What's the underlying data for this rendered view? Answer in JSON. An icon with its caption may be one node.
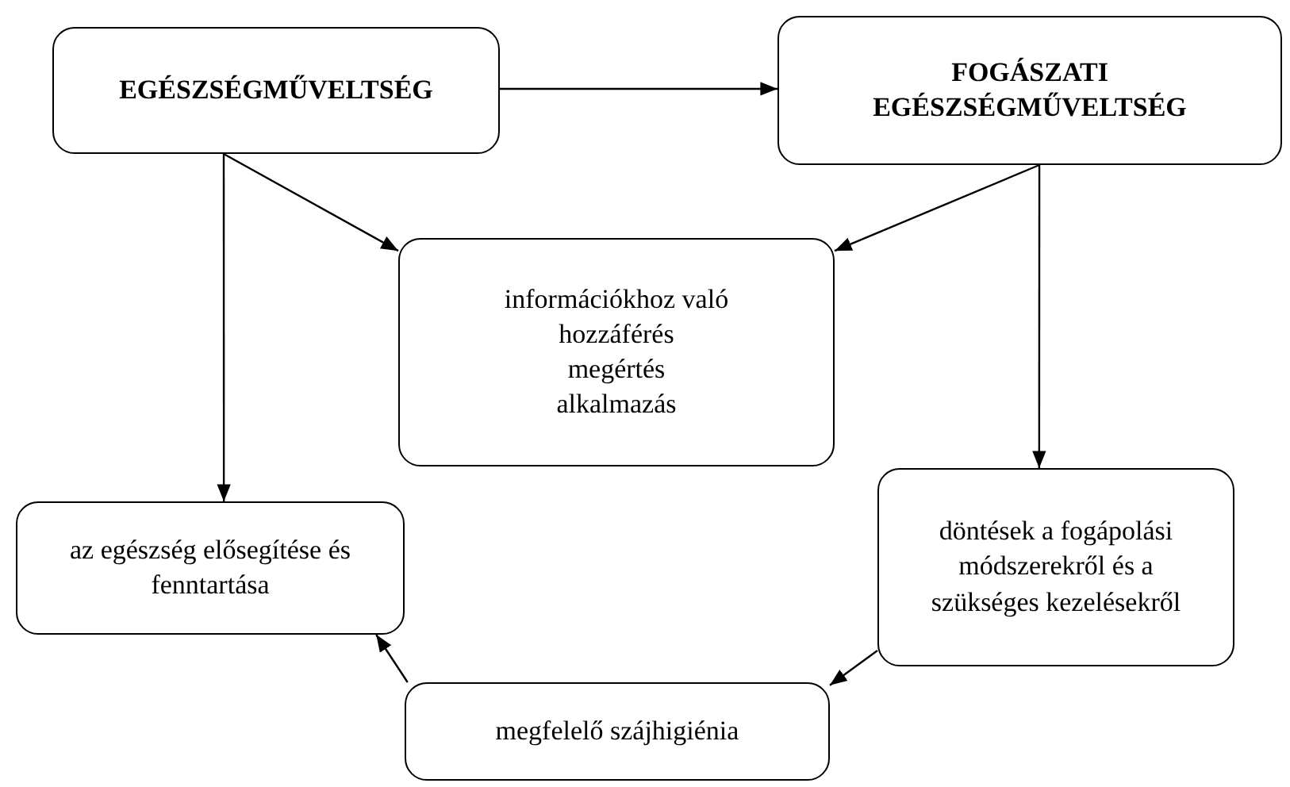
{
  "diagram": {
    "nodes": [
      {
        "text": [
          "EGÉSZSÉGMŰVELTSÉG"
        ]
      },
      {
        "text": [
          "FOGÁSZATI EGÉSZSÉGMŰVELTSÉG"
        ]
      },
      {
        "text": [
          "információkhoz való hozzáférés",
          "megértés",
          "alkalmazás"
        ]
      },
      {
        "text": [
          "az egészség elősegítése és fenntartása"
        ]
      },
      {
        "text": [
          "döntések a fogápolási módszerekről és a szükséges kezelésekről"
        ]
      },
      {
        "text": [
          "megfelelő szájhigiénia"
        ]
      }
    ],
    "edges": [
      {
        "from": 0,
        "to": 1,
        "arrow": "to"
      },
      {
        "from": 0,
        "to": 2,
        "arrow": "to"
      },
      {
        "from": 1,
        "to": 2,
        "arrow": "to"
      },
      {
        "from": 0,
        "to": 3,
        "arrow": "to"
      },
      {
        "from": 1,
        "to": 4,
        "arrow": "to"
      },
      {
        "from": 4,
        "to": 5,
        "arrow": "to"
      },
      {
        "from": 5,
        "to": 3,
        "arrow": "to"
      }
    ]
  }
}
